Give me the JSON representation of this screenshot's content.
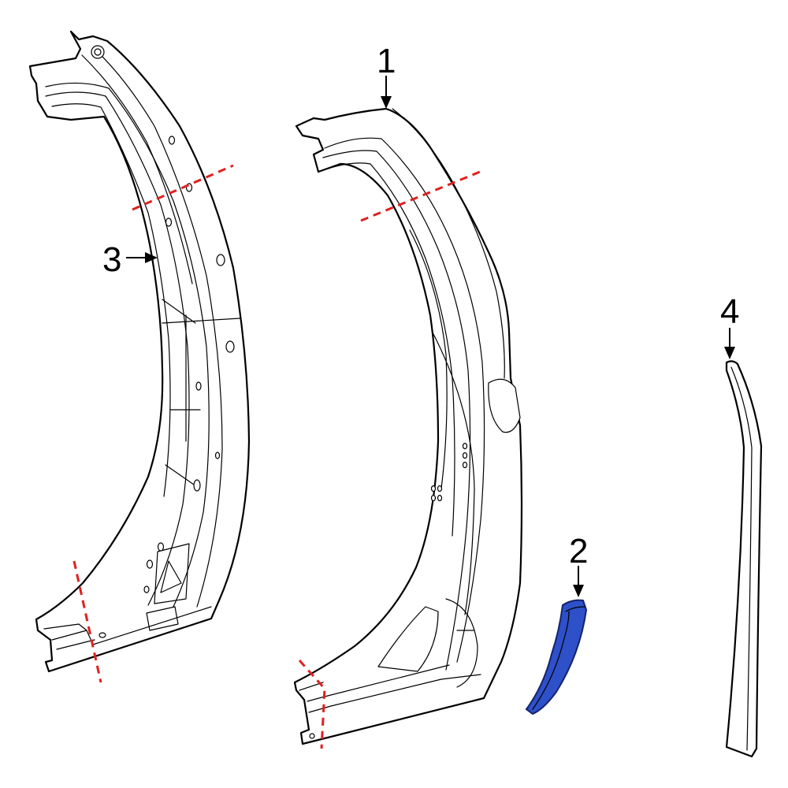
{
  "callouts": [
    {
      "id": "1",
      "label": "1"
    },
    {
      "id": "2",
      "label": "2"
    },
    {
      "id": "3",
      "label": "3"
    },
    {
      "id": "4",
      "label": "4"
    }
  ],
  "colors": {
    "highlight_part": "#2e50c8",
    "highlight_stroke": "#14236e",
    "cut_line": "#e0201e",
    "line": "#000000",
    "background": "#ffffff"
  }
}
